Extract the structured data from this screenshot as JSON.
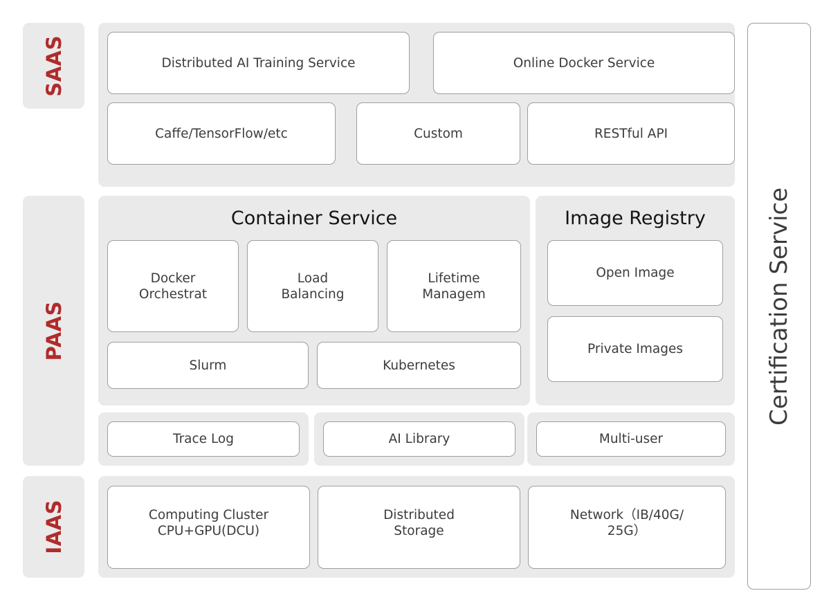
{
  "colors": {
    "tier_label": "#B02B2B",
    "panel_gray": "#EAEAEA",
    "box_border": "#9E9E9E",
    "text": "#3C3C3C"
  },
  "tiers": [
    {
      "id": "saas",
      "label": "SAAS"
    },
    {
      "id": "paas",
      "label": "PAAS"
    },
    {
      "id": "iaas",
      "label": "IAAS"
    }
  ],
  "saas": {
    "row1": [
      {
        "label": "Distributed AI Training Service"
      },
      {
        "label": "Online Docker Service"
      }
    ],
    "row2": [
      {
        "label": "Caffe/TensorFlow/etc"
      },
      {
        "label": "Custom"
      },
      {
        "label": "RESTful API"
      }
    ]
  },
  "paas": {
    "container_service": {
      "heading": "Container Service",
      "items": [
        {
          "label": "Docker\nOrchestrat"
        },
        {
          "label": "Load\nBalancing"
        },
        {
          "label": "Lifetime\nManagem"
        }
      ],
      "schedulers": [
        {
          "label": "Slurm"
        },
        {
          "label": "Kubernetes"
        }
      ]
    },
    "image_registry": {
      "heading": "Image Registry",
      "items": [
        {
          "label": "Open Image"
        },
        {
          "label": "Private Images"
        }
      ]
    },
    "utilities": [
      {
        "label": "Trace Log"
      },
      {
        "label": "AI Library"
      },
      {
        "label": "Multi-user"
      }
    ]
  },
  "iaas": {
    "items": [
      {
        "label": "Computing Cluster\nCPU+GPU(DCU)"
      },
      {
        "label": "Distributed\nStorage"
      },
      {
        "label": "Network（IB/40G/\n25G）"
      }
    ]
  },
  "certification": {
    "label": "Certification Service"
  }
}
